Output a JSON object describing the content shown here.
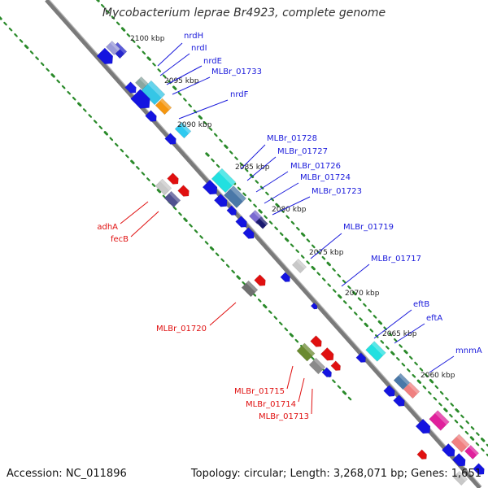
{
  "title": "Mycobacterium leprae Br4923, complete genome",
  "accession": "Accession: NC_011896",
  "summary": "Topology: circular; Length: 3,268,071 bp; Genes: 1,651",
  "colors": {
    "forward_label": "#1a1adb",
    "reverse_label": "#e01010",
    "backbone": "#808080",
    "scale_dots": "#2a8a2a"
  },
  "tick_labels": [
    "2100 kbp",
    "2095 kbp",
    "2090 kbp",
    "2085 kbp",
    "2080 kbp",
    "2075 kbp",
    "2070 kbp",
    "2065 kbp",
    "2060 kbp"
  ],
  "forward_genes": [
    "nrdH",
    "nrdI",
    "nrdE",
    "MLBr_01733",
    "nrdF",
    "MLBr_01728",
    "MLBr_01727",
    "MLBr_01726",
    "MLBr_01724",
    "MLBr_01723",
    "MLBr_01719",
    "MLBr_01717",
    "eftB",
    "eftA",
    "mnmA"
  ],
  "reverse_genes": [
    "adhA",
    "fecB",
    "MLBr_01720",
    "MLBr_01715",
    "MLBr_01714",
    "MLBr_01713"
  ]
}
